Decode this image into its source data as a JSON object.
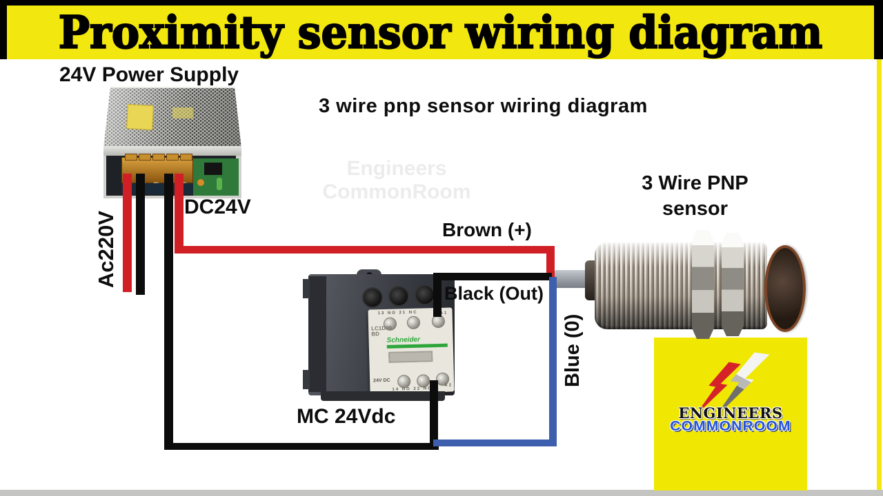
{
  "banner": {
    "title": "Proximity sensor wiring diagram"
  },
  "subtitle": "3 wire pnp sensor wiring diagram",
  "watermark": {
    "line1": "Engineers",
    "line2": "CommonRoom"
  },
  "power_supply": {
    "label": "24V Power Supply",
    "dc_output_label": "DC24V",
    "ac_input_label": "Ac220V"
  },
  "wire_labels": {
    "brown": "Brown (+)",
    "black_out": "Black (Out)",
    "blue": "Blue (0)"
  },
  "sensor": {
    "label_line1": "3 Wire PNP",
    "label_line2": "sensor"
  },
  "contactor": {
    "label": "MC 24Vdc",
    "model_line1": "LC1D09",
    "model_line2": "BD",
    "brand": "Schneider",
    "coil_voltage": "24V DC",
    "terminals_top": "13 NO 21 NC",
    "terminal_a1": "A1",
    "terminals_bottom": "14 NO 22 NC",
    "terminal_a2": "A2"
  },
  "logo": {
    "line1": "ENGINEERS",
    "line2": "COMMONROOM"
  },
  "colors": {
    "banner_yellow": "#f2e70e",
    "logo_yellow": "#f0e803",
    "wire_red": "#d02026",
    "wire_black": "#0c0c0c",
    "wire_blue": "#3e5fae",
    "logo_blue": "#2553d6",
    "schneider_green": "#2fa63c"
  }
}
